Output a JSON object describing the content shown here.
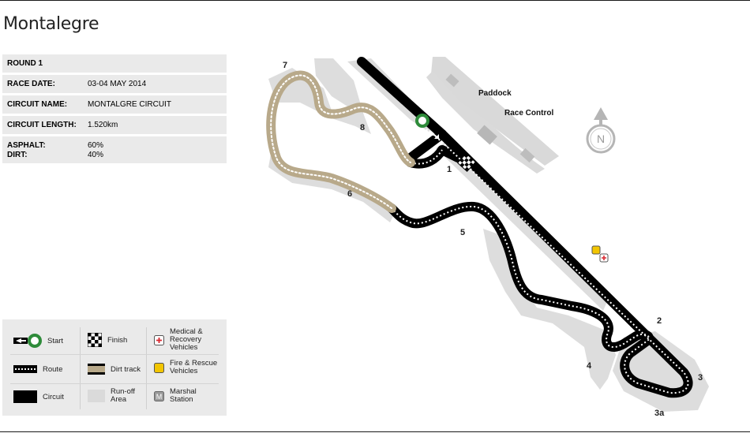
{
  "title": "Montalegre",
  "info": {
    "round": "ROUND 1",
    "race_date_label": "RACE DATE:",
    "race_date": "03-04 MAY 2014",
    "circuit_name_label": "CIRCUIT NAME:",
    "circuit_name": "MONTALGRE CIRCUIT",
    "circuit_length_label": "CIRCUIT LENGTH:",
    "circuit_length": "1.520km",
    "asphalt_label": "ASPHALT:",
    "asphalt": "60%",
    "dirt_label": "DIRT:",
    "dirt": "40%"
  },
  "legend": {
    "start": "Start",
    "finish": "Finish",
    "medical": "Medical & Recovery Vehicles",
    "route": "Route",
    "dirt_track": "Dirt track",
    "fire": "Fire & Rescue Vehicles",
    "circuit": "Circuit",
    "runoff": "Run-off Area",
    "marshal": "Marshal Station"
  },
  "map": {
    "paddock": "Paddock",
    "race_control": "Race Control",
    "north": "N",
    "turns": [
      "1",
      "2",
      "3",
      "3a",
      "4",
      "5",
      "6",
      "7",
      "8"
    ]
  },
  "colors": {
    "circuit": "#000000",
    "dirt": "#b8a98a",
    "runoff": "#dddddd",
    "start_ring": "#2e8b3a",
    "fire_rescue": "#f2c500",
    "medical": "#d8262e",
    "panel": "#eaeaea"
  },
  "icons": {
    "start": "start-arrow-icon",
    "finish": "checkered-flag-icon",
    "medical": "medical-cross-icon",
    "fire": "fire-rescue-icon",
    "marshal": "marshal-station-icon",
    "north": "north-compass-icon"
  }
}
